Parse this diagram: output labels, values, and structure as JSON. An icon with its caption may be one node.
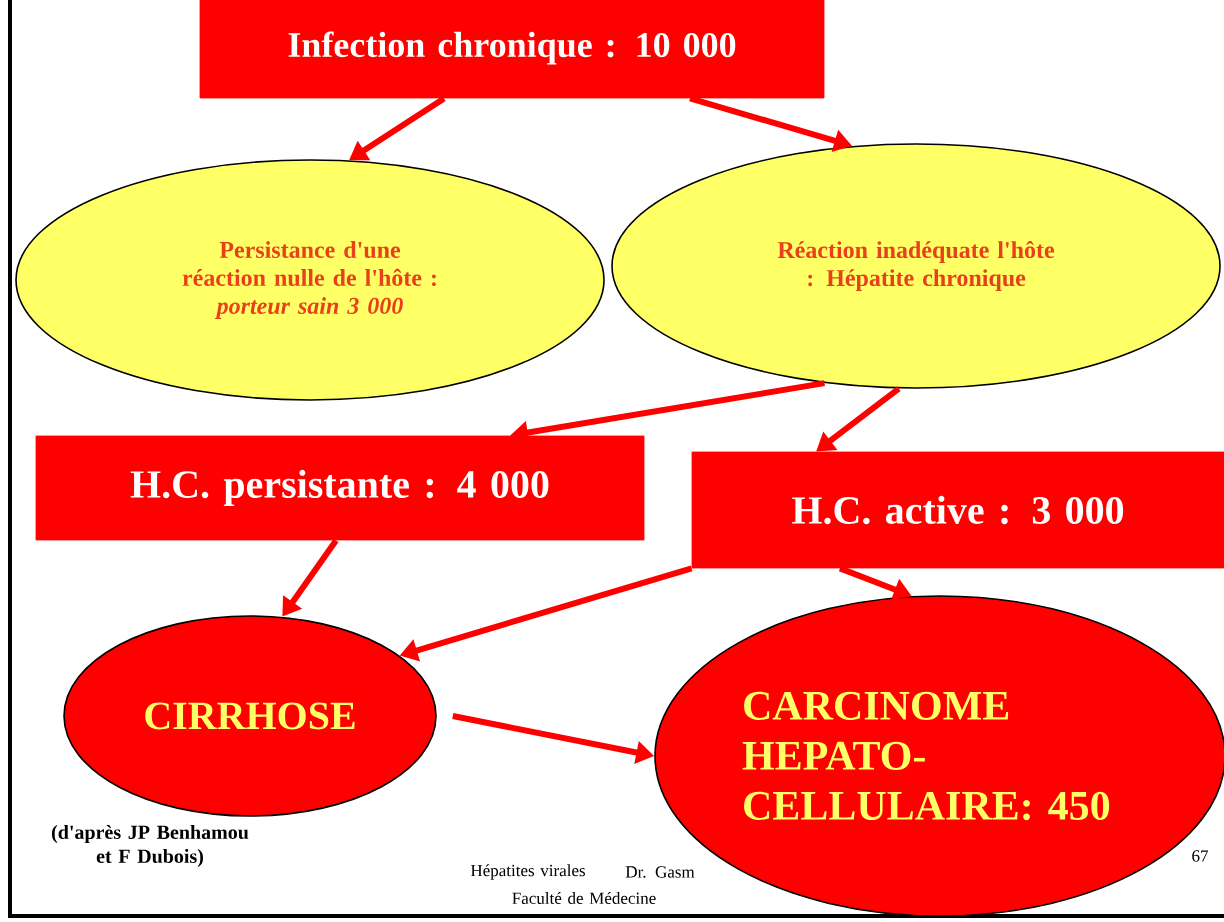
{
  "diagram": {
    "nodes": [
      {
        "text": [
          "Infection chronique :   10 000"
        ]
      },
      {
        "text": [
          "Persistance d'une réaction nulle de l'hôte :",
          "porteur sain 3 000"
        ]
      },
      {
        "text": [
          "Réaction inadéquate l'hôte : Hépatite chronique"
        ]
      },
      {
        "text": [
          "H.C. persistante : 4 000"
        ]
      },
      {
        "text": [
          "H.C. active : 3 000"
        ]
      },
      {
        "text": [
          "CIRRHOSE"
        ]
      },
      {
        "text": [
          "CARCINOME HEPATO-CELLULAIRE: 450"
        ]
      }
    ],
    "edges": [
      {
        "from": 0,
        "to": 1,
        "arrow": "to"
      },
      {
        "from": 0,
        "to": 2,
        "arrow": "to"
      },
      {
        "from": 2,
        "to": 3,
        "arrow": "to"
      },
      {
        "from": 2,
        "to": 4,
        "arrow": "to"
      },
      {
        "from": 3,
        "to": 5,
        "arrow": "to"
      },
      {
        "from": 4,
        "to": 5,
        "arrow": "to"
      },
      {
        "from": 5,
        "to": 6,
        "arrow": "to"
      },
      {
        "from": 4,
        "to": 6,
        "arrow": "to"
      }
    ],
    "labels": [
      "(d'après JP Benhamou et F Dubois)",
      "Hépatites virales",
      "Dr. Gasm",
      "67",
      "Faculté de Médecine"
    ]
  }
}
